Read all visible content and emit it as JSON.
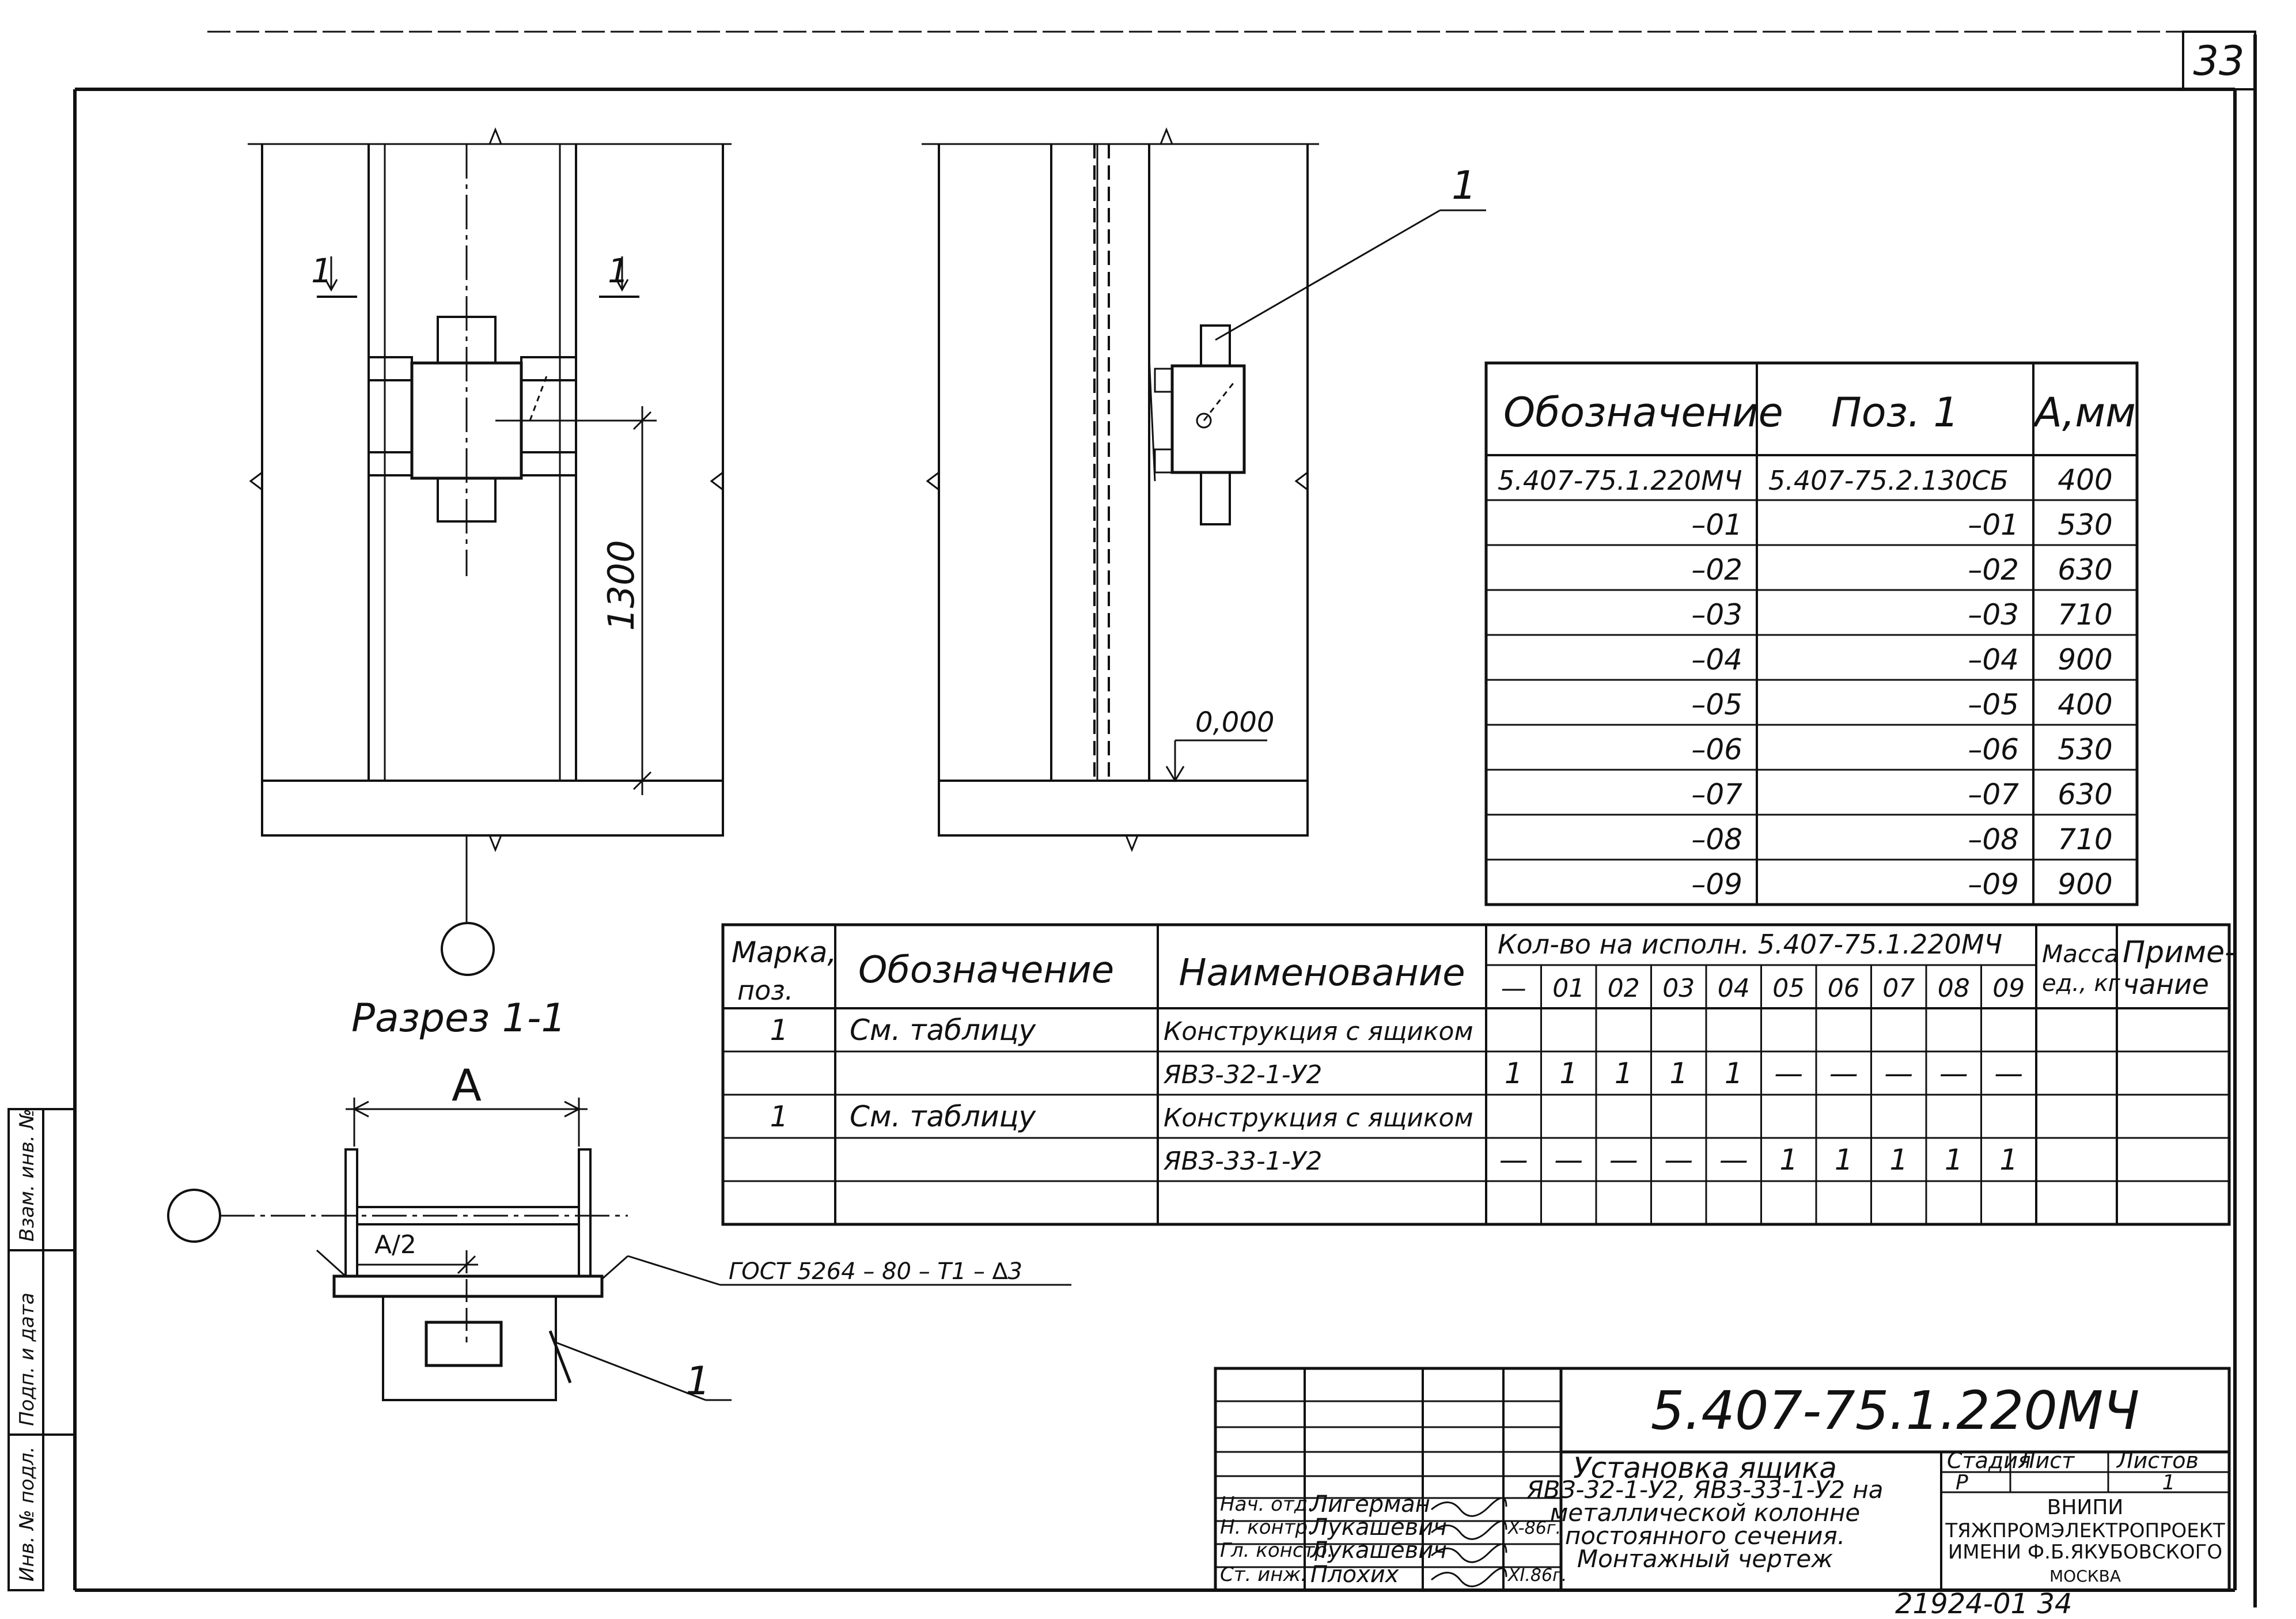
{
  "page_number": "33",
  "drawing": {
    "section_label": "Разрез 1-1",
    "section_marker_left": "1",
    "section_marker_right": "1",
    "dim_1300": "1300",
    "level_mark": "0,000",
    "pos_leader_top": "1",
    "pos_leader_bottom": "1",
    "dim_A": "A",
    "dim_A2": "A/2",
    "weld_note": "ГОСТ 5264 – 80 – Т1 – ∆3"
  },
  "variants_table": {
    "headers": [
      "Обозначение",
      "Поз. 1",
      "А,мм"
    ],
    "rows": [
      [
        "5.407-75.1.220МЧ",
        "5.407-75.2.130СБ",
        "400"
      ],
      [
        "–01",
        "–01",
        "530"
      ],
      [
        "–02",
        "–02",
        "630"
      ],
      [
        "–03",
        "–03",
        "710"
      ],
      [
        "–04",
        "–04",
        "900"
      ],
      [
        "–05",
        "–05",
        "400"
      ],
      [
        "–06",
        "–06",
        "530"
      ],
      [
        "–07",
        "–07",
        "630"
      ],
      [
        "–08",
        "–08",
        "710"
      ],
      [
        "–09",
        "–09",
        "900"
      ]
    ]
  },
  "spec_table": {
    "h_mark": "Марка, поз.",
    "h_designation": "Обозначение",
    "h_name": "Наименование",
    "h_qty": "Кол-во на исполн. 5.407-75.1.220МЧ",
    "h_mass": "Масса ед., кг",
    "h_note": "Приме- чание",
    "qty_cols": [
      "—",
      "01",
      "02",
      "03",
      "04",
      "05",
      "06",
      "07",
      "08",
      "09"
    ],
    "rows": [
      {
        "mark": "1",
        "designation": "См. таблицу",
        "name": "Конструкция с ящиком",
        "qty": [
          "",
          "",
          "",
          "",
          "",
          "",
          "",
          "",
          "",
          ""
        ]
      },
      {
        "mark": "",
        "designation": "",
        "name": "ЯВЗ-32-1-У2",
        "qty": [
          "1",
          "1",
          "1",
          "1",
          "1",
          "—",
          "—",
          "—",
          "—",
          "—"
        ]
      },
      {
        "mark": "1",
        "designation": "См. таблицу",
        "name": "Конструкция с ящиком",
        "qty": [
          "",
          "",
          "",
          "",
          "",
          "",
          "",
          "",
          "",
          ""
        ]
      },
      {
        "mark": "",
        "designation": "",
        "name": "ЯВЗ-33-1-У2",
        "qty": [
          "—",
          "—",
          "—",
          "—",
          "—",
          "1",
          "1",
          "1",
          "1",
          "1"
        ]
      },
      {
        "mark": "",
        "designation": "",
        "name": "",
        "qty": [
          "",
          "",
          "",
          "",
          "",
          "",
          "",
          "",
          "",
          ""
        ]
      }
    ]
  },
  "title_block": {
    "code": "5.407-75.1.220МЧ",
    "title_lines": [
      "Установка ящика",
      "ЯВЗ-32-1-У2, ЯВЗ-33-1-У2 на",
      "металлической колонне",
      "постоянного сечения.",
      "Монтажный чертеж"
    ],
    "stage_label": "Стадия",
    "sheet_label": "Лист",
    "sheets_label": "Листов",
    "stage": "Р",
    "sheets": "1",
    "org_lines": [
      "ВНИПИ",
      "ТЯЖПРОМЭЛЕКТРОПРОЕКТ",
      "ИМЕНИ Ф.Б.ЯКУБОВСКОГО",
      "МОСКВА"
    ],
    "staff": [
      {
        "role": "Нач. отд.",
        "name": "Лигерман",
        "date": ""
      },
      {
        "role": "Н. контр.",
        "name": "Лукашевич",
        "date": "X-86г."
      },
      {
        "role": "Гл. констр.",
        "name": "Лукашевич",
        "date": ""
      },
      {
        "role": "Ст. инж.",
        "name": "Плохих",
        "date": "XI.86г."
      }
    ]
  },
  "side_stamp": [
    "Инв. № подл.",
    "Подп. и дата",
    "Взам. инв. №"
  ],
  "bottom_code": "21924-01 34"
}
